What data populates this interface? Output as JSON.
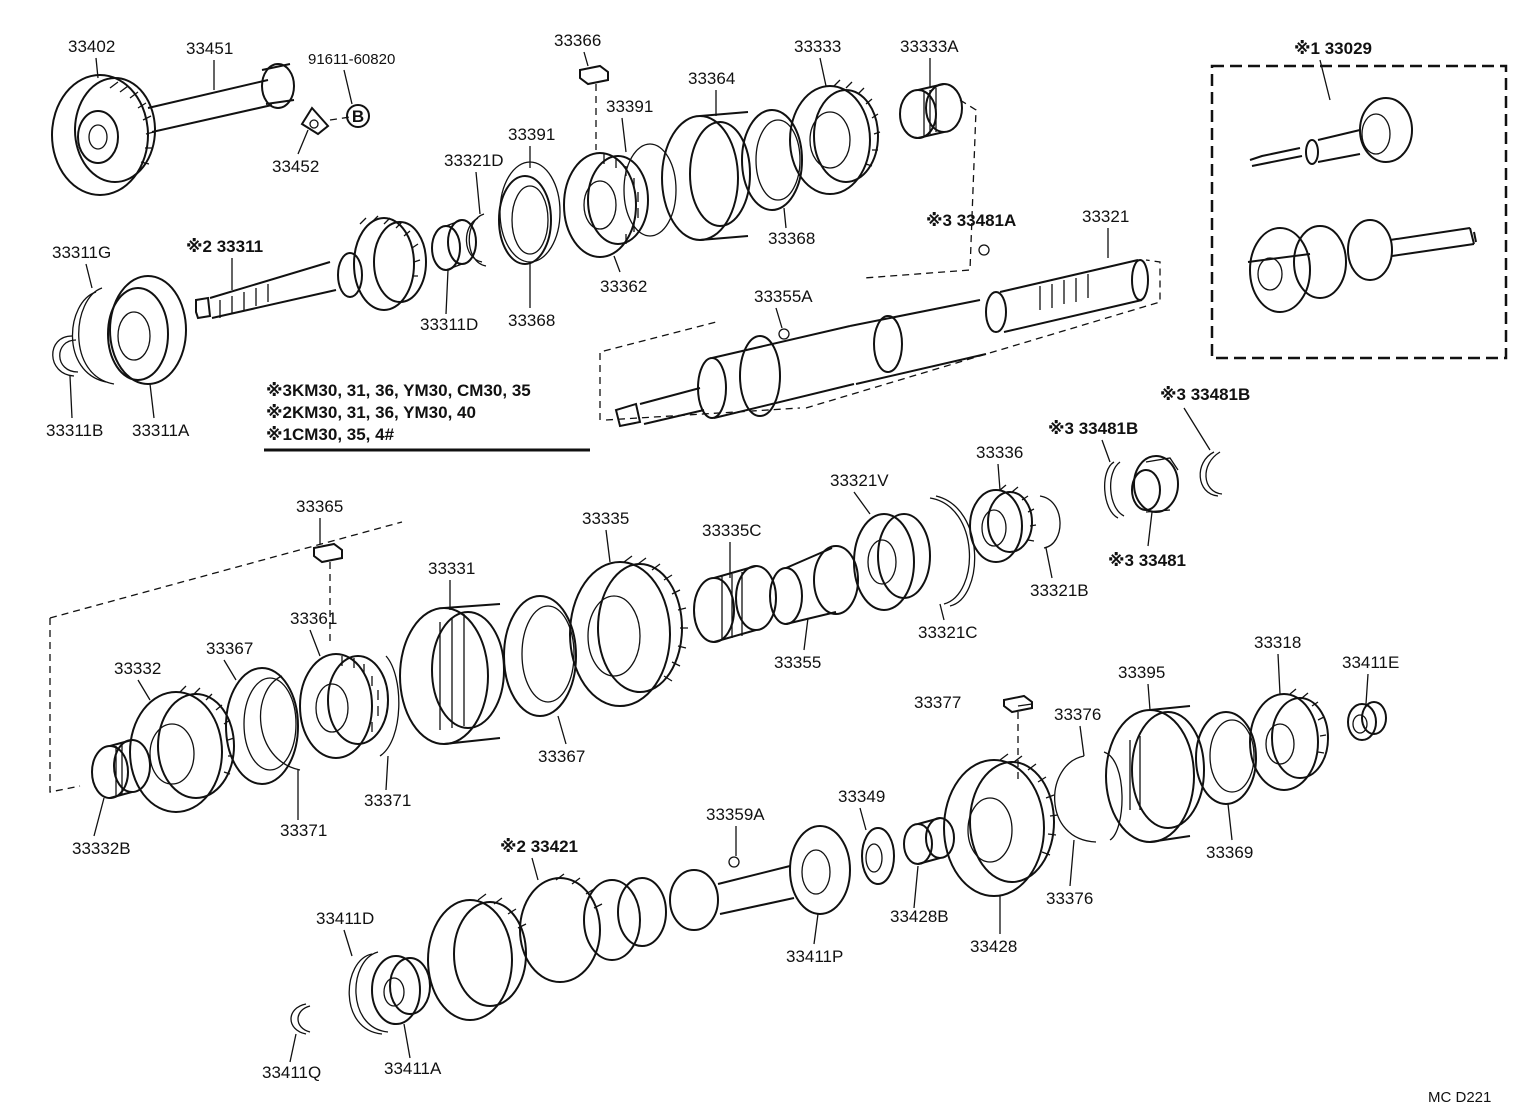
{
  "labels": {
    "p33402": "33402",
    "p33451": "33451",
    "p91611": "91611-60820",
    "p33452": "33452",
    "b_mark": "B",
    "p33366": "33366",
    "p33391a": "33391",
    "p33391b": "33391",
    "p33364": "33364",
    "p33333": "33333",
    "p33333A": "33333A",
    "p33321D": "33321D",
    "p33362": "33362",
    "p33368a": "33368",
    "p33368b": "33368",
    "p33311": "※2 33311",
    "p33311G": "33311G",
    "p33311D": "33311D",
    "p33311B": "33311B",
    "p33311A": "33311A",
    "p33481A": "※3 33481A",
    "p33321": "33321",
    "p33355A": "33355A",
    "set33029": "※1 33029",
    "p33481B_a": "※3 33481B",
    "p33481B_b": "※3 33481B",
    "p33481": "※3 33481",
    "p33336": "33336",
    "p33321V": "33321V",
    "p33335C": "33335C",
    "p33335": "33335",
    "p33331": "33331",
    "p33365": "33365",
    "p33361": "33361",
    "p33367a": "33367",
    "p33367b": "33367",
    "p33332": "33332",
    "p33332B": "33332B",
    "p33371a": "33371",
    "p33371b": "33371",
    "p33355": "33355",
    "p33321C": "33321C",
    "p33321B": "33321B",
    "p33377": "33377",
    "p33376a": "33376",
    "p33376b": "33376",
    "p33395": "33395",
    "p33318": "33318",
    "p33411E": "33411E",
    "p33369": "33369",
    "p33359A": "33359A",
    "p33349": "33349",
    "p33421": "※2 33421",
    "p33411D": "33411D",
    "p33411Q": "33411Q",
    "p33411A": "33411A",
    "p33411P": "33411P",
    "p33428B": "33428B",
    "p33428": "33428"
  },
  "notes": [
    "※3KM30, 31, 36, YM30, CM30, 35",
    "※2KM30, 31, 36, YM30, 40",
    "※1CM30, 35, 4#"
  ],
  "diagram_code": "MC  D221"
}
